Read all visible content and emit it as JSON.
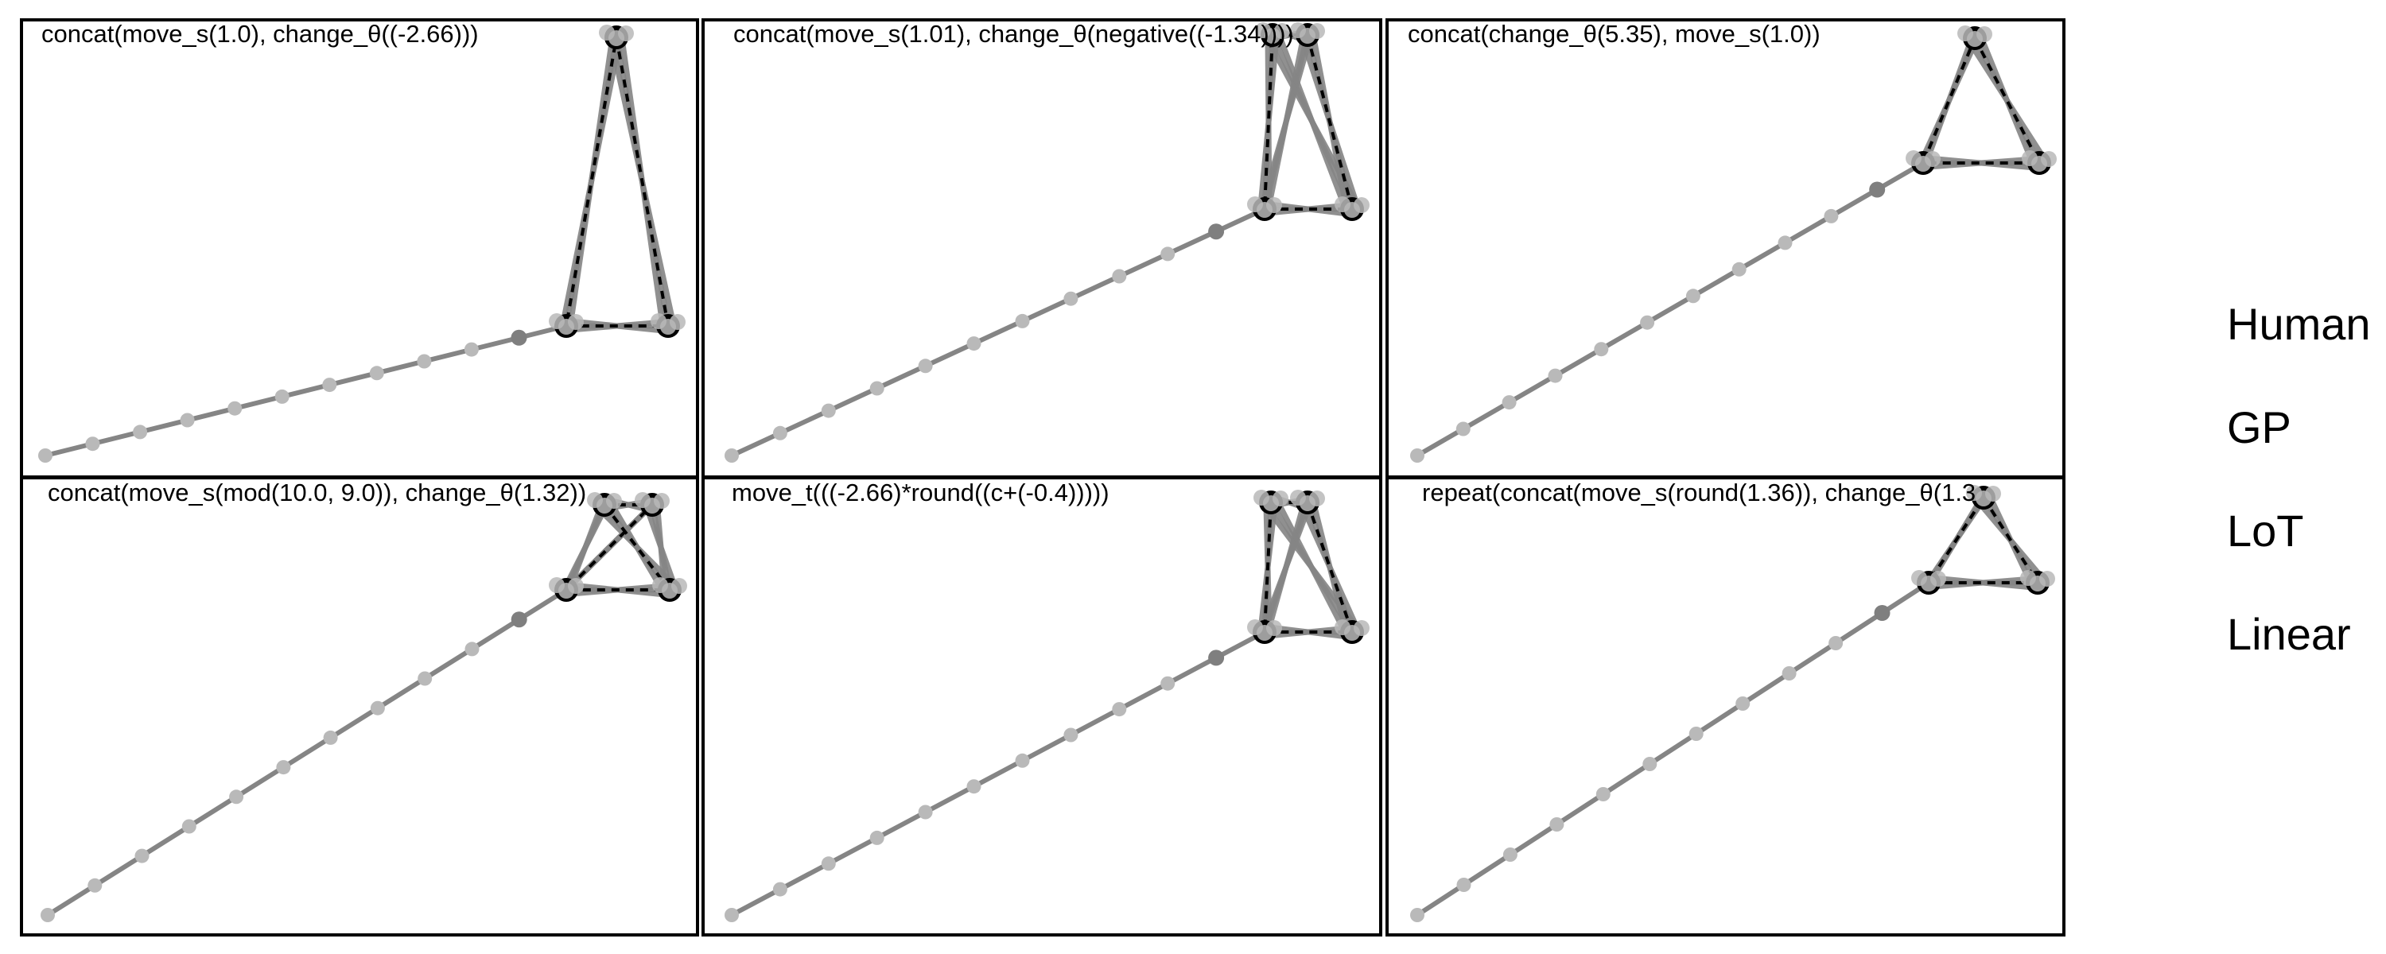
{
  "legend": {
    "labels": [
      "Human",
      "GP",
      "LoT",
      "Linear"
    ]
  },
  "panels": [
    {
      "title": "concat(move_s(1.0), change_θ((-2.66)))"
    },
    {
      "title": "concat(move_s(1.01), change_θ(negative((-1.34))))"
    },
    {
      "title": "concat(change_θ(5.35), move_s(1.0))"
    },
    {
      "title": "concat(move_s(mod(10.0, 9.0)), change_θ(1.32))"
    },
    {
      "title": "move_t(((-2.66)*round((c+(-0.4)))))"
    },
    {
      "title": "repeat(concat(move_s(round(1.36)), change_θ(1.3"
    }
  ],
  "colors": {
    "human": "#000000",
    "model": "#858585",
    "prefix_dot": "#7f7f7f",
    "light_dot": "#b9b9b9"
  }
}
